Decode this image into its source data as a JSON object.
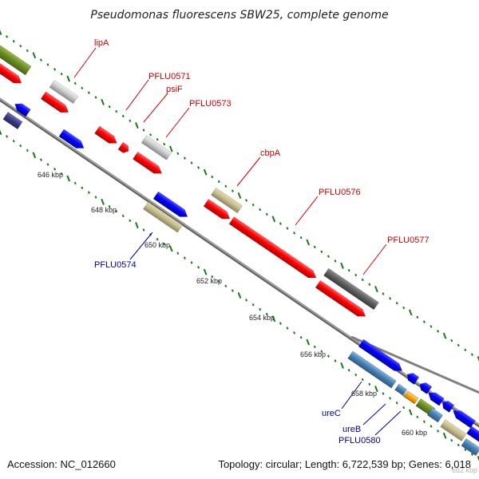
{
  "title": "Pseudomonas fluorescens SBW25, complete genome",
  "footer": {
    "accession": "Accession: NC_012660",
    "summary": "Topology: circular; Length: 6,722,539 bp; Genes: 6,018"
  },
  "scale_labels": [
    "646 kbp",
    "648 kbp",
    "650 kbp",
    "652 kbp",
    "654 kbp",
    "656 kbp",
    "658 kbp",
    "660 kbp",
    "662 kbp"
  ],
  "gene_labels": {
    "forward": [
      "lipA",
      "PFLU0571",
      "psiF",
      "PFLU0573",
      "cbpA",
      "PFLU0576",
      "PFLU0577"
    ],
    "reverse": [
      "PFLU0574",
      "ureC",
      "ureB",
      "PFLU0580"
    ]
  },
  "colors": {
    "cds_forward": "#ff0000",
    "cds_reverse": "#0000ff",
    "ribbon": "#c8c090",
    "pseudo": "#c8c8c8",
    "dark": "#606060",
    "olive": "#6b8e23",
    "navy": "#3c3c8c",
    "steel": "#4682b4",
    "orange": "#ffa500",
    "label_forward": "#cc0000",
    "label_reverse": "#000099",
    "tick": "#1a7a1a",
    "backbone": "#808080"
  }
}
